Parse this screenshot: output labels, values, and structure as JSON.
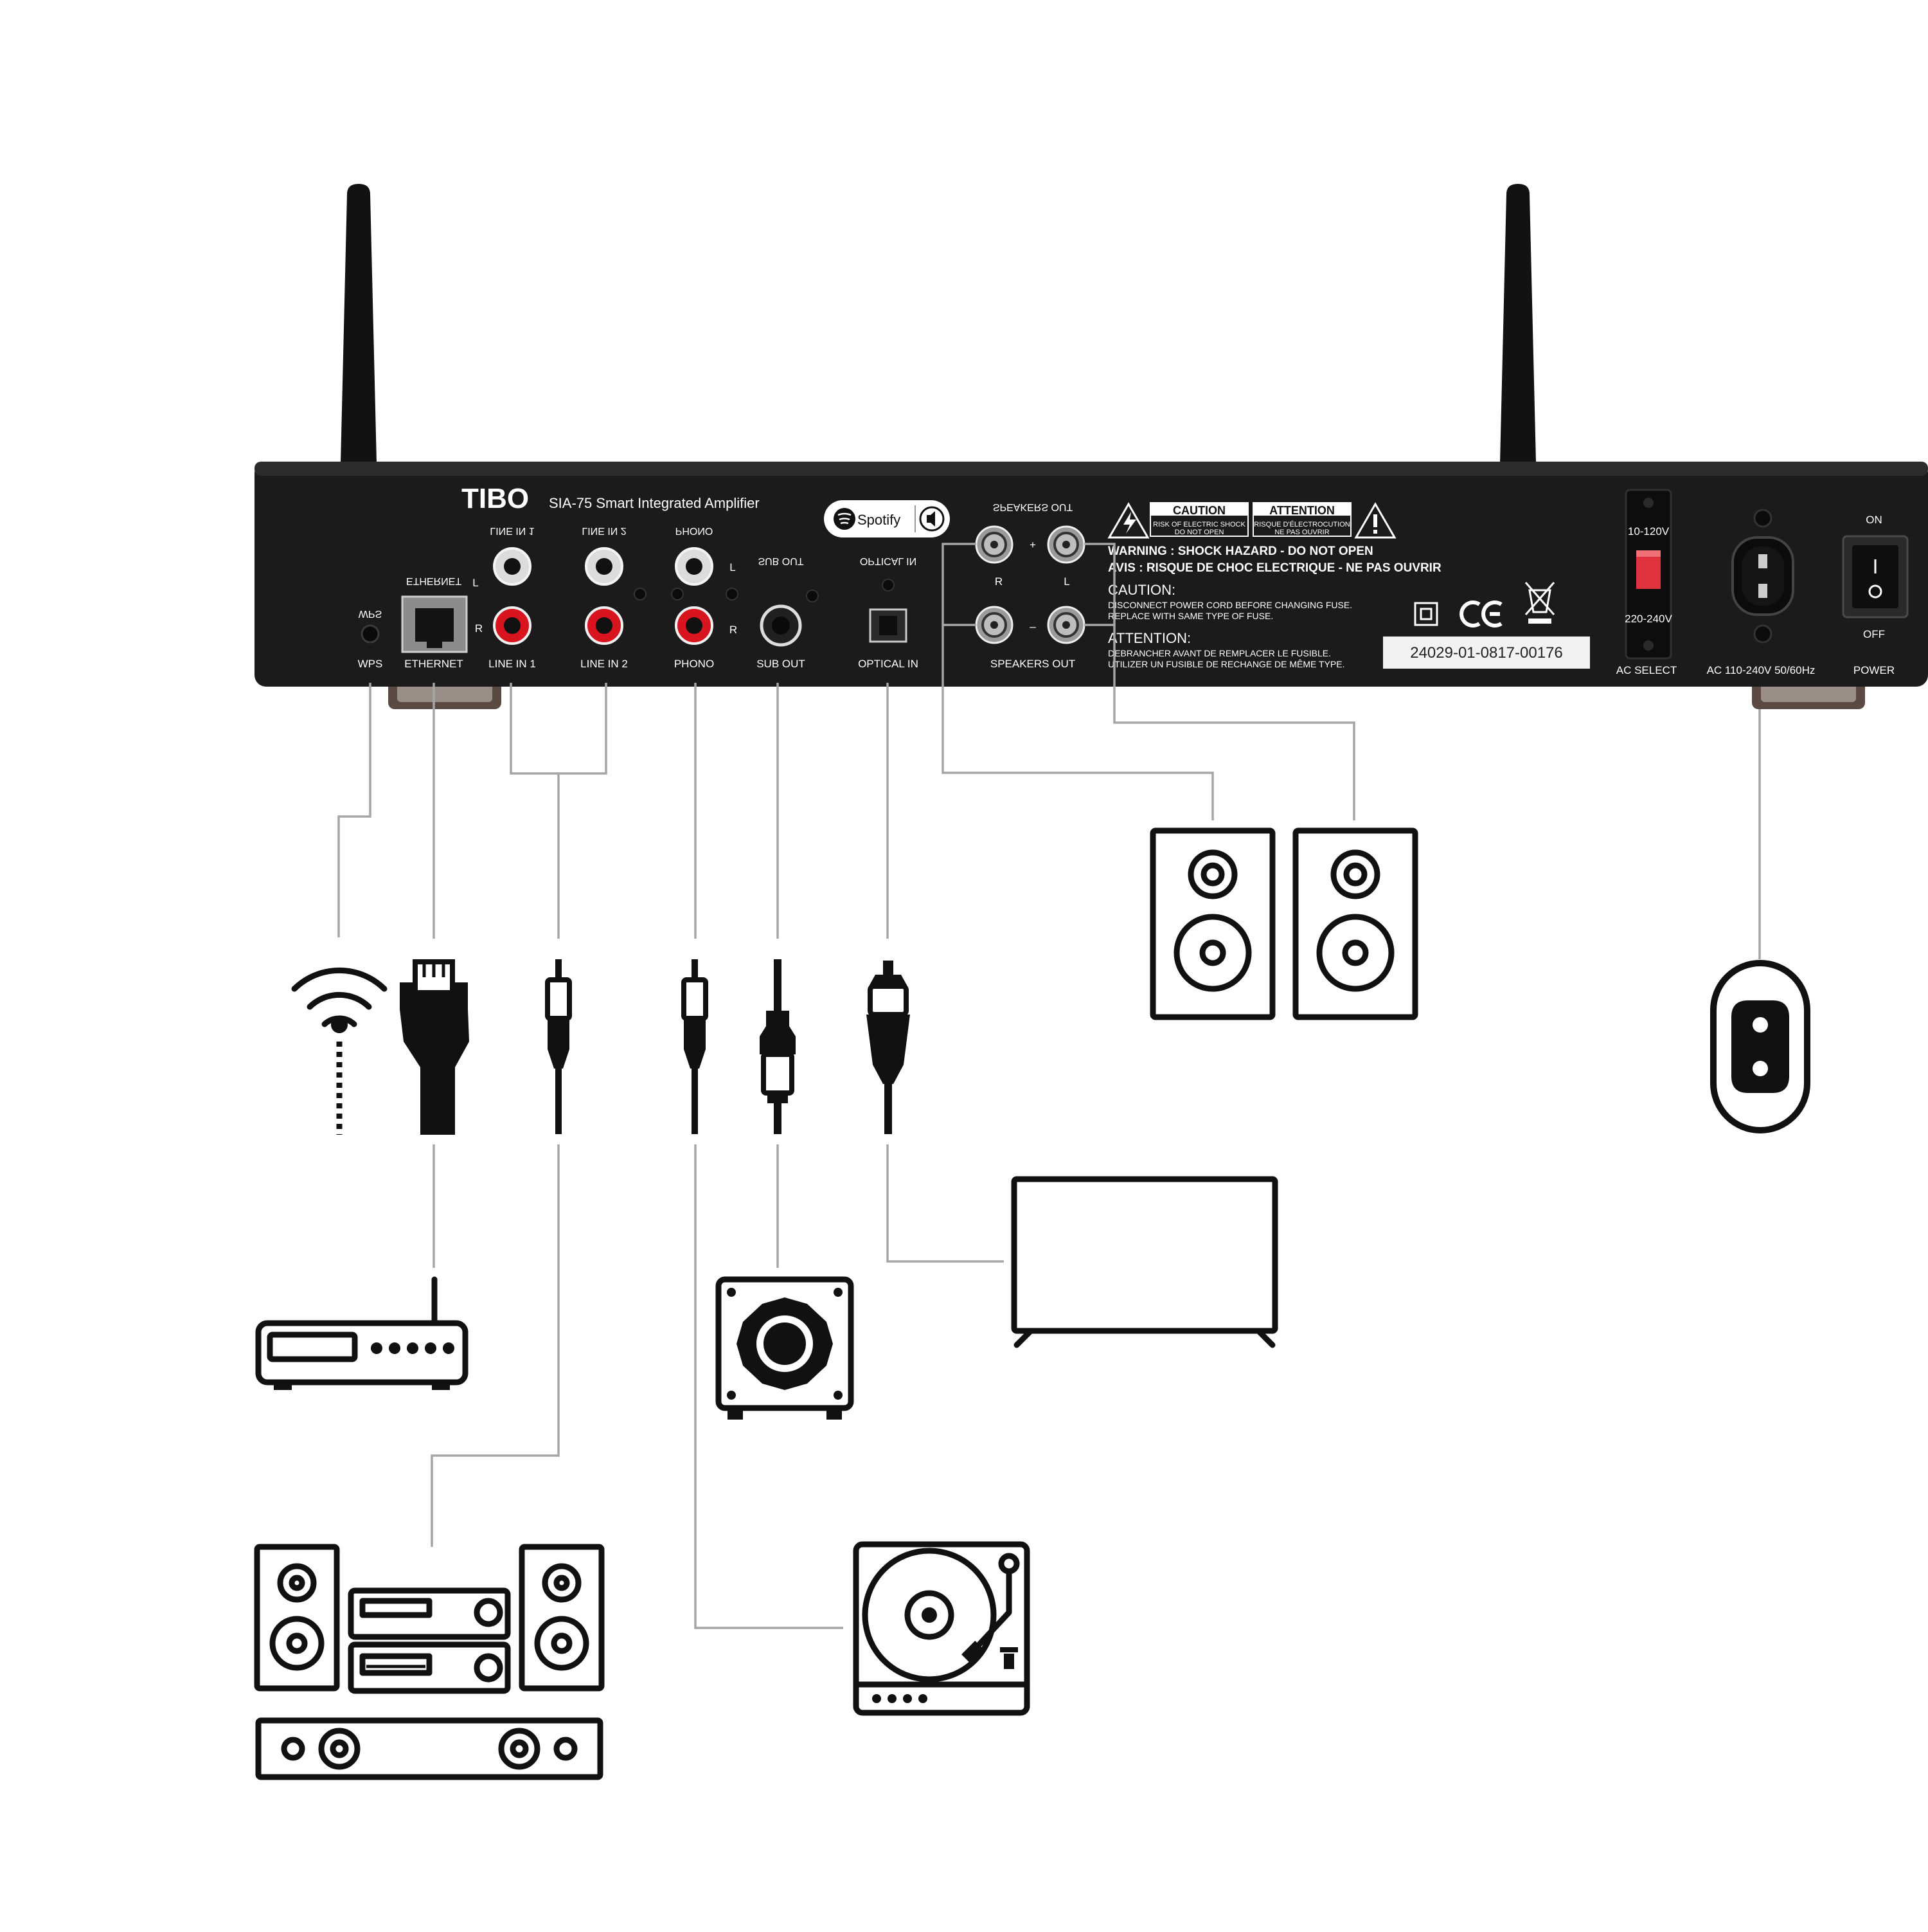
{
  "device": {
    "brand": "TIBO",
    "model": "SIA-75 Smart Integrated Amplifier",
    "spotify_label": "Spotify",
    "serial": "24029-01-0817-00176"
  },
  "ports": {
    "wps": "WPS",
    "ethernet": "ETHERNET",
    "line_in_1": "LINE IN 1",
    "line_in_2": "LINE IN 2",
    "phono": "PHONO",
    "sub_out": "SUB OUT",
    "optical_in": "OPTICAL IN",
    "speakers_out": "SPEAKERS OUT",
    "ac_select": "AC SELECT",
    "ac_input": "AC 110-240V 50/60Hz",
    "power": "POWER"
  },
  "small_labels": {
    "left": "L",
    "right": "R",
    "plus": "+",
    "minus": "–",
    "volt_low": "10-120V",
    "volt_high": "220-240V",
    "on": "ON",
    "off": "OFF"
  },
  "warnings": {
    "caution_tag": "CAUTION",
    "caution_tag_sub1": "RISK OF ELECTRIC SHOCK",
    "caution_tag_sub2": "DO NOT OPEN",
    "attention_tag": "ATTENTION",
    "attention_tag_sub1": "RISQUE D'ÉLECTROCUTION",
    "attention_tag_sub2": "NE PAS OUVRIR",
    "warning_line": "WARNING : SHOCK HAZARD - DO NOT OPEN",
    "avis_line": "AVIS : RISQUE DE CHOC ELECTRIQUE - NE PAS OUVRIR",
    "caution_title": "CAUTION:",
    "caution_1": "DISCONNECT POWER CORD BEFORE CHANGING FUSE.",
    "caution_2": "REPLACE WITH SAME TYPE OF FUSE.",
    "attention_title": "ATTENTION:",
    "attention_1": "DEBRANCHER AVANT DE REMPLACER LE FUSIBLE.",
    "attention_2": "UTILIZER UN FUSIBLE DE RECHANGE DE MÊME TYPE."
  },
  "colors": {
    "chassis": "#1b1b1b",
    "label_text": "#ffffff",
    "wire": "#a6a6a6",
    "icon": "#111111",
    "rca_right": "#d8141e",
    "rca_left": "#eeeeee",
    "switch": "#e0323c"
  }
}
